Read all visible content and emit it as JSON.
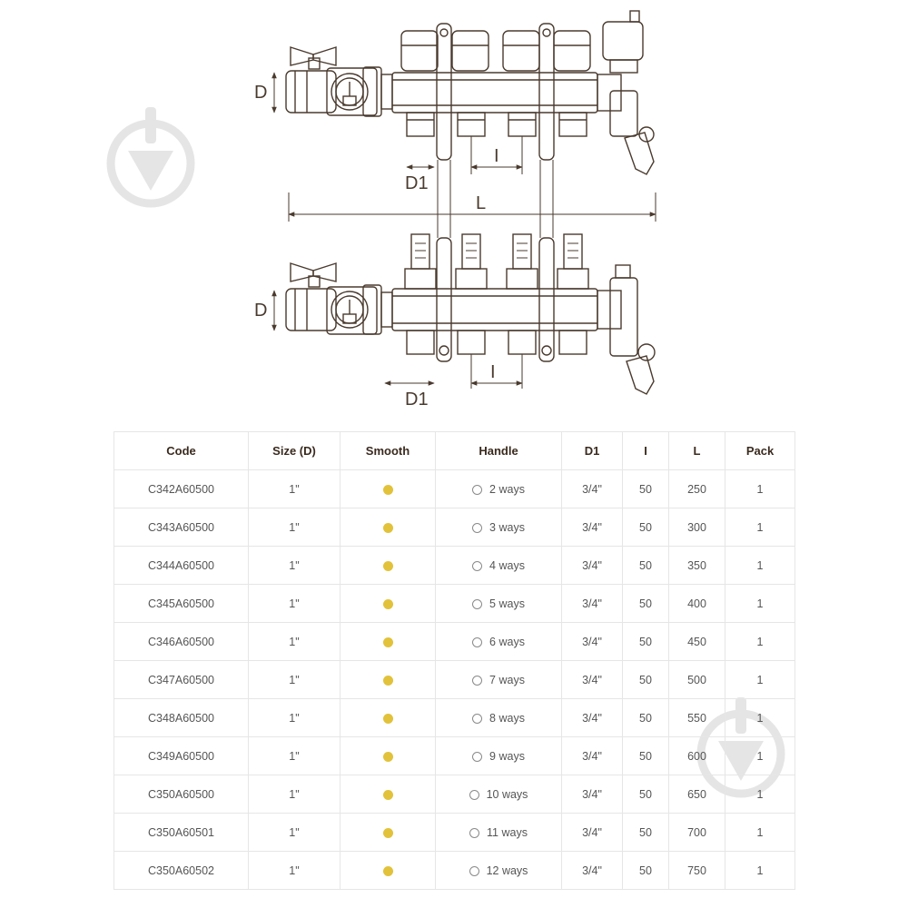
{
  "drawing": {
    "labels": {
      "d_top": "D",
      "d1_top": "D1",
      "i_top": "I",
      "l": "L",
      "d_bottom": "D",
      "d1_bottom": "D1",
      "i_bottom": "I"
    }
  },
  "table": {
    "headers": [
      "Code",
      "Size (D)",
      "Smooth",
      "Handle",
      "D1",
      "I",
      "L",
      "Pack"
    ],
    "rows": [
      {
        "code": "C342A60500",
        "size": "1\"",
        "handle": "2 ways",
        "d1": "3/4\"",
        "i": "50",
        "l": "250",
        "pack": "1"
      },
      {
        "code": "C343A60500",
        "size": "1\"",
        "handle": "3 ways",
        "d1": "3/4\"",
        "i": "50",
        "l": "300",
        "pack": "1"
      },
      {
        "code": "C344A60500",
        "size": "1\"",
        "handle": "4 ways",
        "d1": "3/4\"",
        "i": "50",
        "l": "350",
        "pack": "1"
      },
      {
        "code": "C345A60500",
        "size": "1\"",
        "handle": "5 ways",
        "d1": "3/4\"",
        "i": "50",
        "l": "400",
        "pack": "1"
      },
      {
        "code": "C346A60500",
        "size": "1\"",
        "handle": "6 ways",
        "d1": "3/4\"",
        "i": "50",
        "l": "450",
        "pack": "1"
      },
      {
        "code": "C347A60500",
        "size": "1\"",
        "handle": "7 ways",
        "d1": "3/4\"",
        "i": "50",
        "l": "500",
        "pack": "1"
      },
      {
        "code": "C348A60500",
        "size": "1\"",
        "handle": "8 ways",
        "d1": "3/4\"",
        "i": "50",
        "l": "550",
        "pack": "1"
      },
      {
        "code": "C349A60500",
        "size": "1\"",
        "handle": "9 ways",
        "d1": "3/4\"",
        "i": "50",
        "l": "600",
        "pack": "1"
      },
      {
        "code": "C350A60500",
        "size": "1\"",
        "handle": "10 ways",
        "d1": "3/4\"",
        "i": "50",
        "l": "650",
        "pack": "1"
      },
      {
        "code": "C350A60501",
        "size": "1\"",
        "handle": "11 ways",
        "d1": "3/4\"",
        "i": "50",
        "l": "700",
        "pack": "1"
      },
      {
        "code": "C350A60502",
        "size": "1\"",
        "handle": "12 ways",
        "d1": "3/4\"",
        "i": "50",
        "l": "750",
        "pack": "1"
      }
    ]
  },
  "colors": {
    "line": "#4a3a2e",
    "smooth_dot": "#e2c23a",
    "watermark": "#e3e3e3"
  },
  "icons": {
    "smooth": "filled-dot-icon",
    "handle": "empty-circle-icon",
    "watermark": "download-arrow-icon"
  }
}
